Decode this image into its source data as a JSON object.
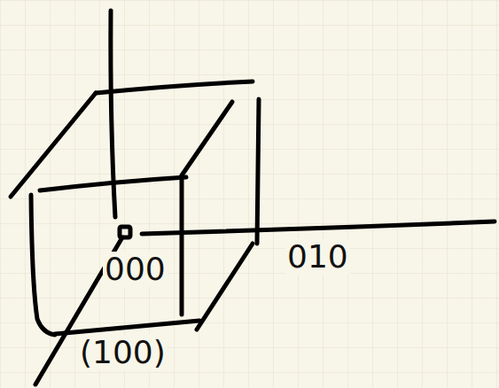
{
  "diagram": {
    "labels": [
      "000",
      "010",
      "(100)"
    ]
  }
}
